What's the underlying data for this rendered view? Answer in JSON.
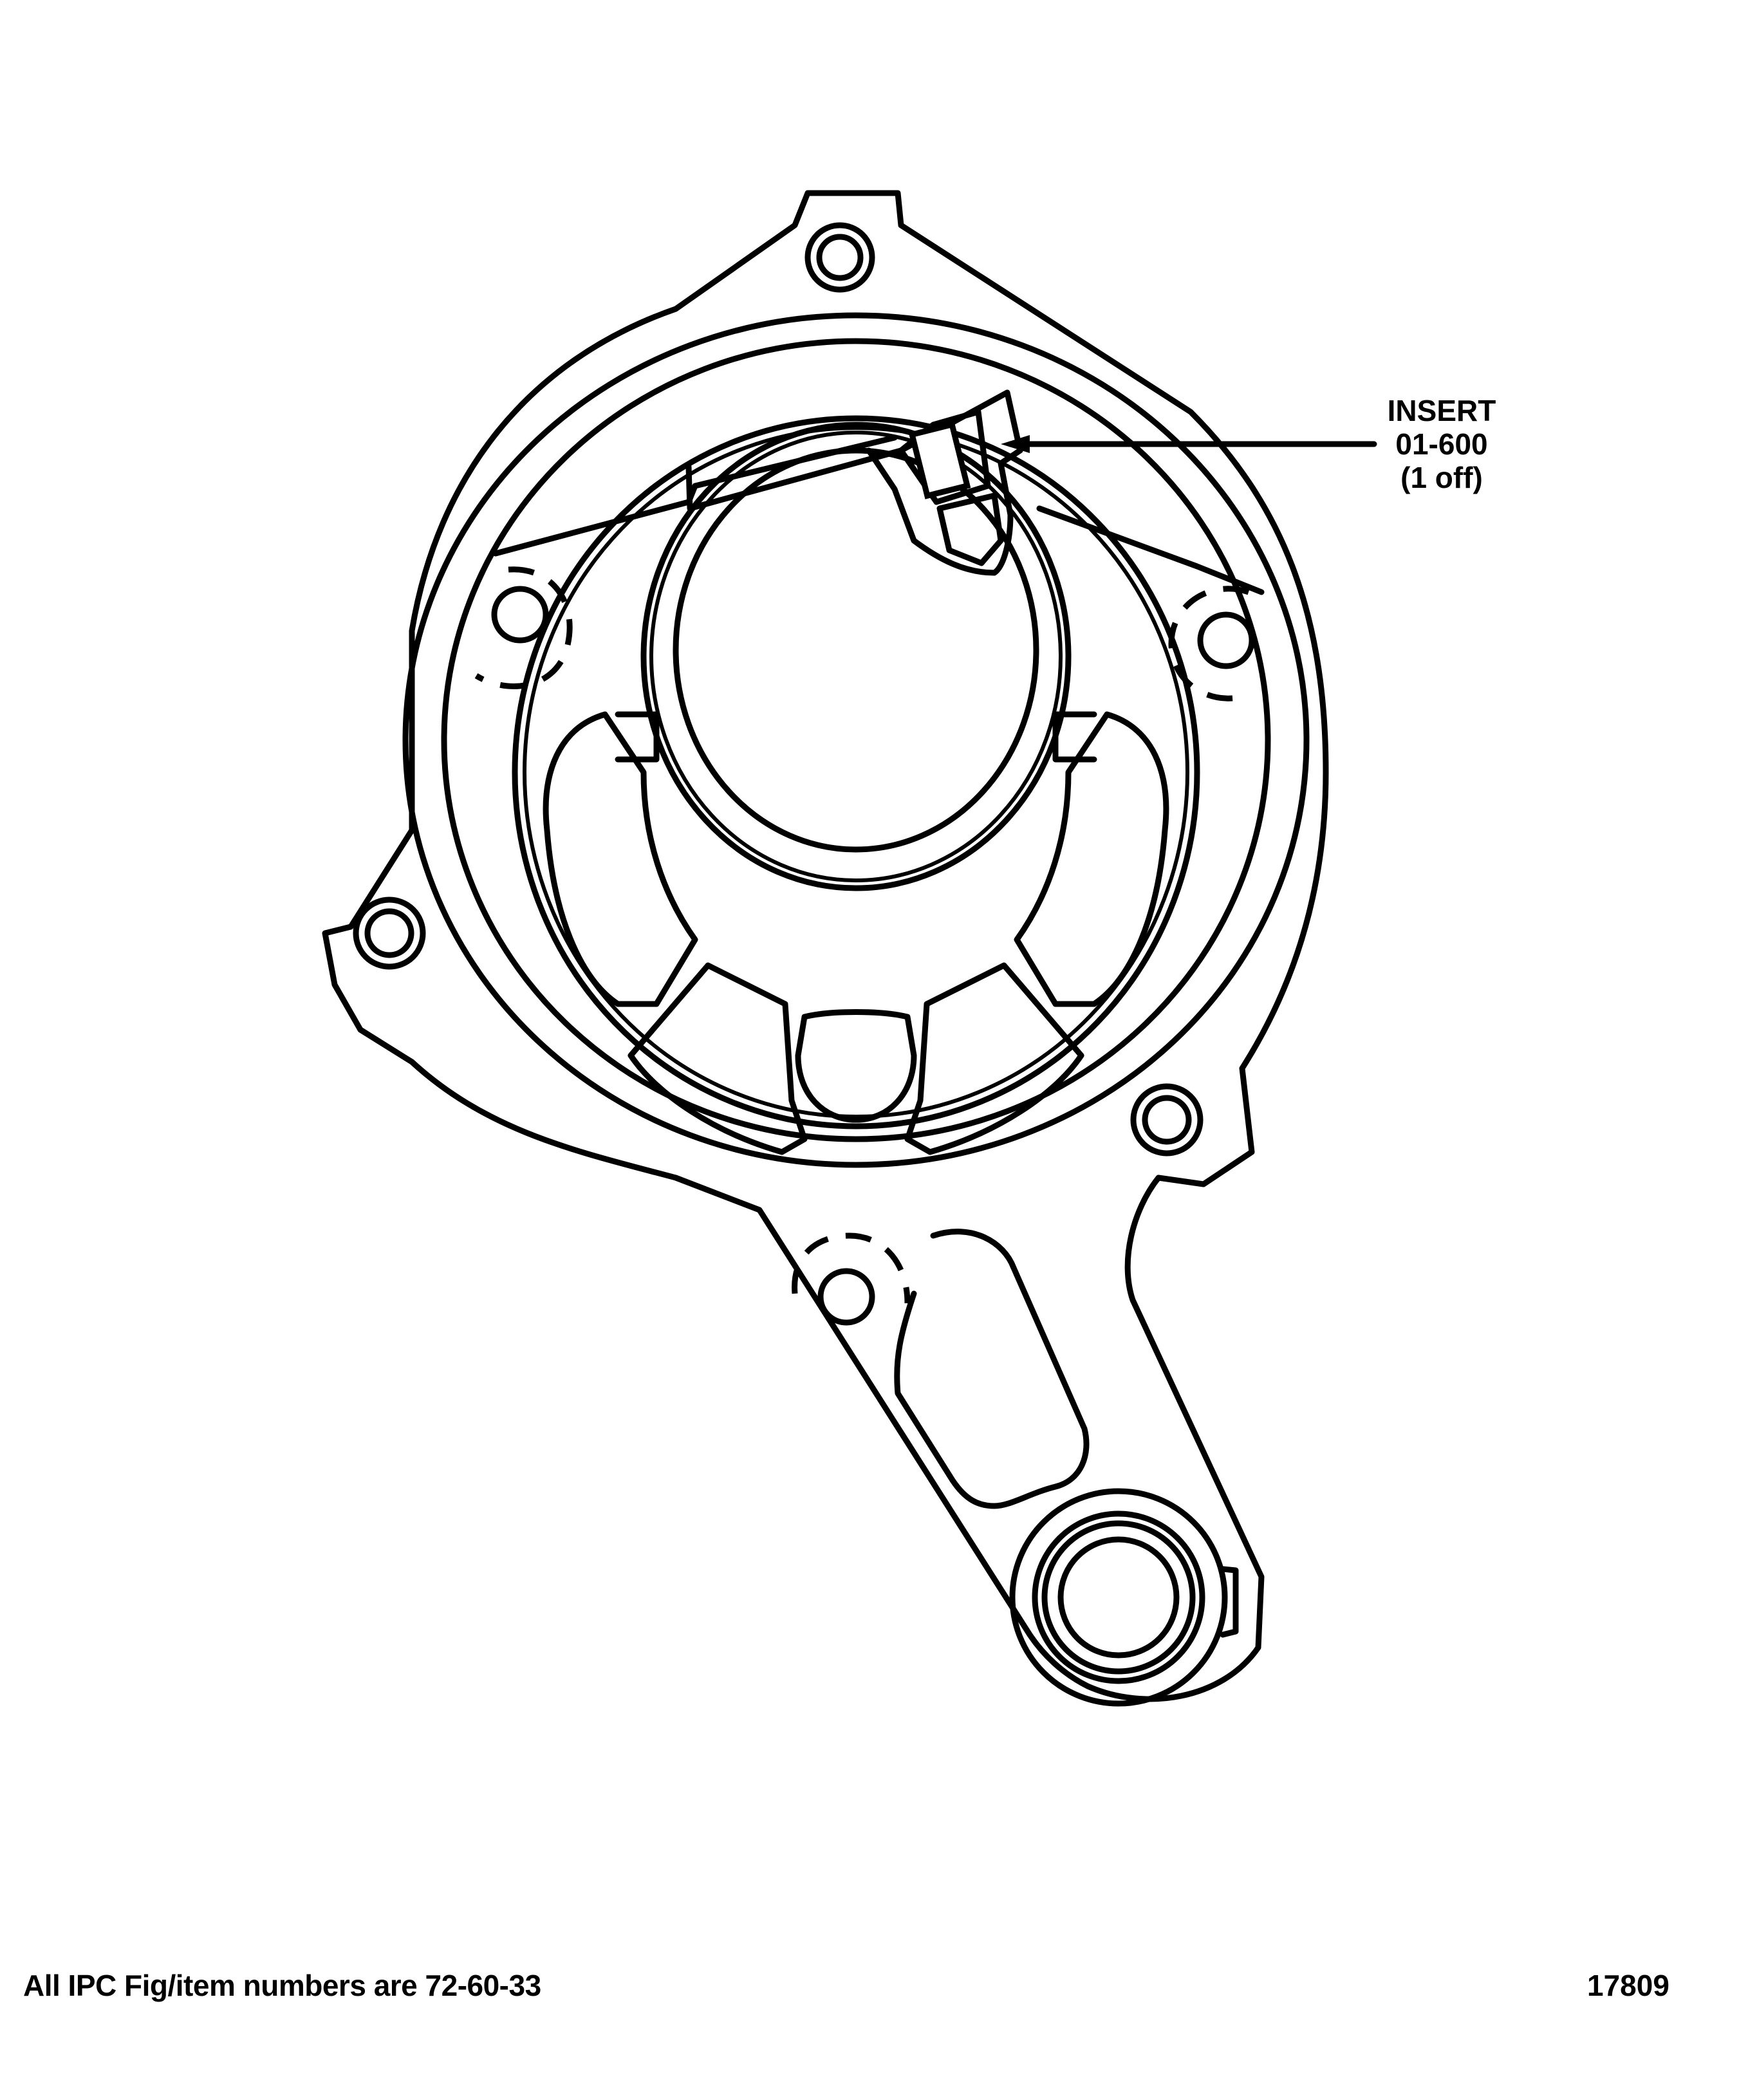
{
  "figure": {
    "subject": "Bracket housing with threaded insert (line drawing)",
    "callout": {
      "title": "INSERT",
      "part_number": "01-600",
      "quantity": "(1 off)"
    },
    "footer": {
      "note": "All IPC Fig/item numbers are 72-60-33",
      "figure_id": "17809"
    },
    "colors": {
      "line": "#000000",
      "background": "#ffffff"
    }
  }
}
